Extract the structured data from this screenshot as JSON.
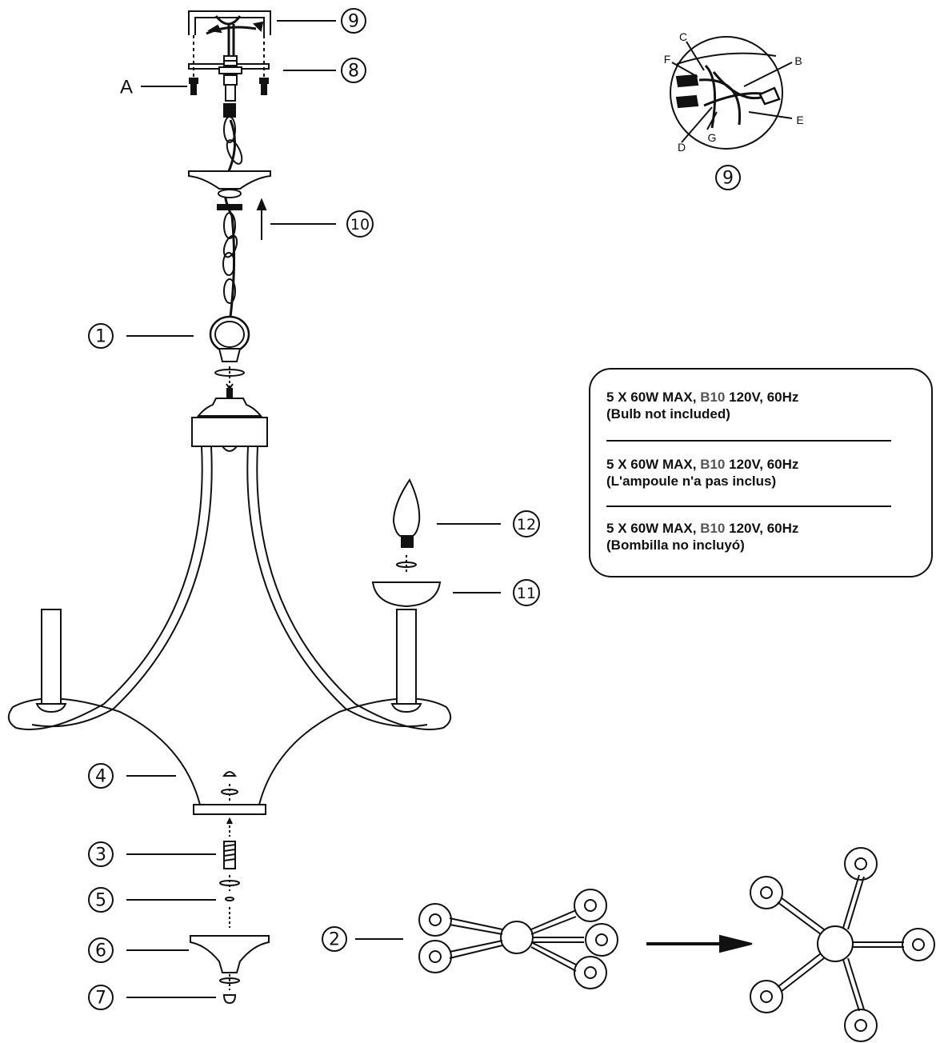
{
  "callouts": {
    "c1": "1",
    "c2": "2",
    "c3": "3",
    "c4": "4",
    "c5": "5",
    "c6": "6",
    "c7": "7",
    "c8": "8",
    "c9_top": "9",
    "c9_detail": "9",
    "c10": "10",
    "c11": "11",
    "c12": "12",
    "a": "A"
  },
  "wire_detail": {
    "labels": [
      "B",
      "C",
      "D",
      "E",
      "F",
      "G"
    ]
  },
  "spec": {
    "rows": [
      {
        "count": "5",
        "rating": "X 60W MAX,",
        "bulb": "B10",
        "volts": "120V, 60Hz",
        "note": "(Bulb not included)"
      },
      {
        "count": "5",
        "rating": "X 60W MAX,",
        "bulb": "B10",
        "volts": "120V, 60Hz",
        "note": "(L'ampoule n'a pas inclus)"
      },
      {
        "count": "5",
        "rating": "X 60W MAX,",
        "bulb": "B10",
        "volts": "120V, 60Hz",
        "note": "(Bombilla no incluyó)"
      }
    ]
  },
  "icons": [
    "chain-icon",
    "bulb-icon",
    "arrow-right-icon",
    "arrow-up-icon",
    "rotate-icon"
  ]
}
